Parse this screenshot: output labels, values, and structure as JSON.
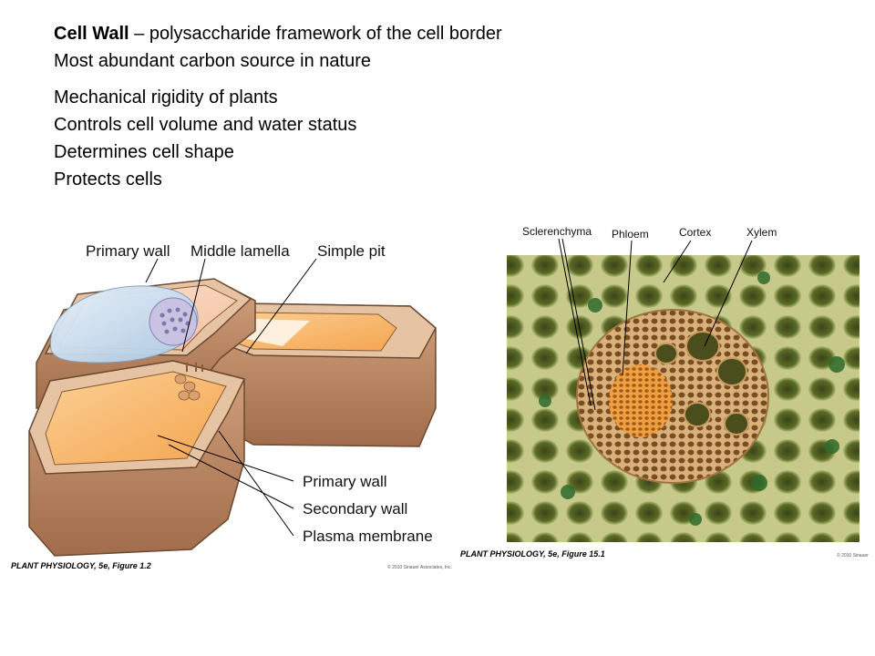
{
  "heading": {
    "bold_term": "Cell Wall",
    "definition": " – polysaccharide framework of the cell border",
    "line2": "Most abundant carbon source in nature"
  },
  "functions": [
    "Mechanical rigidity of plants",
    "Controls cell volume and water status",
    "Determines cell shape",
    "Protects cells"
  ],
  "figure_left": {
    "labels_top": [
      "Primary wall",
      "Middle lamella",
      "Simple pit"
    ],
    "labels_right": [
      "Primary wall",
      "Secondary wall",
      "Plasma membrane"
    ],
    "caption": "PLANT PHYSIOLOGY, 5e, Figure 1.2",
    "copyright": "© 2010 Sinauer Associates, Inc."
  },
  "figure_right": {
    "labels_top": [
      "Sclerenchyma",
      "Phloem",
      "Cortex",
      "Xylem"
    ],
    "caption": "PLANT PHYSIOLOGY, 5e, Figure 15.1",
    "copyright": "© 2010 Sinauer"
  },
  "colors": {
    "wall_brown": "#b98a68",
    "cell_orange": "#fbbf7a",
    "vacuole_blue": "#cfe3f5",
    "sem_background": "#7a8a3a",
    "phloem_orange": "#e08a2e"
  }
}
